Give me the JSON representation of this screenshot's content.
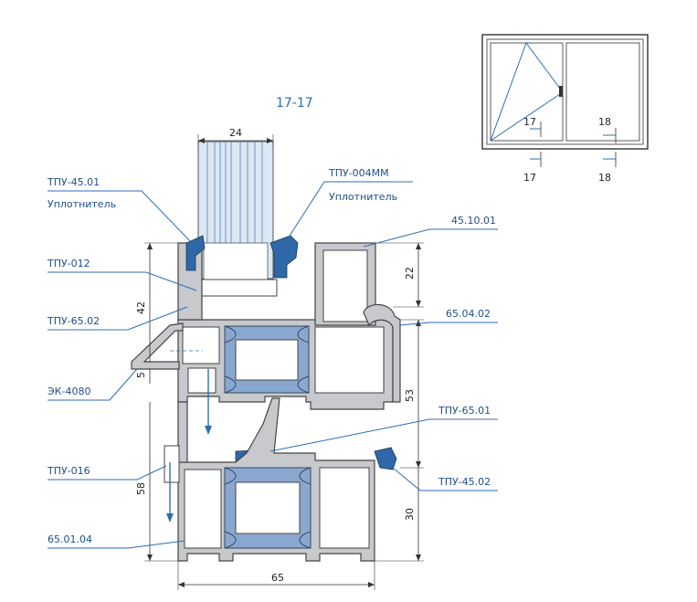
{
  "section_title": "17-17",
  "dimensions": {
    "glass_width": "24",
    "top_right": "22",
    "left_upper": "42",
    "left_small": "5",
    "right_middle": "53",
    "left_lower": "58",
    "right_lower": "30",
    "bottom_width": "65"
  },
  "callouts": [
    {
      "id": "tpu-4501",
      "label": "ТПУ-45.01"
    },
    {
      "id": "seal-left",
      "label": "Уплотнитель"
    },
    {
      "id": "tpu-004mm",
      "label": "ТПУ-004ММ"
    },
    {
      "id": "seal-right",
      "label": "Уплотнитель"
    },
    {
      "id": "p-4510",
      "label": "45.10.01"
    },
    {
      "id": "tpu-012",
      "label": "ТПУ-012"
    },
    {
      "id": "tpu-6502",
      "label": "ТПУ-65.02"
    },
    {
      "id": "p-650402",
      "label": "65.04.02"
    },
    {
      "id": "ek-4080",
      "label": "ЭК-4080"
    },
    {
      "id": "tpu-6501",
      "label": "ТПУ-65.01"
    },
    {
      "id": "tpu-016",
      "label": "ТПУ-016"
    },
    {
      "id": "tpu-4502",
      "label": "ТПУ-45.02"
    },
    {
      "id": "p-650104",
      "label": "65.01.04"
    }
  ],
  "window_sketch": {
    "section_a_top": "17",
    "section_a_bottom": "17",
    "section_b_top": "18",
    "section_b_bottom": "18"
  },
  "colors": {
    "callout_blue": "#1f4e8c",
    "profile_gray": "#c7c9cc",
    "thermal_break_blue": "#8aa7cf",
    "gasket_blue": "#2f68a8"
  }
}
